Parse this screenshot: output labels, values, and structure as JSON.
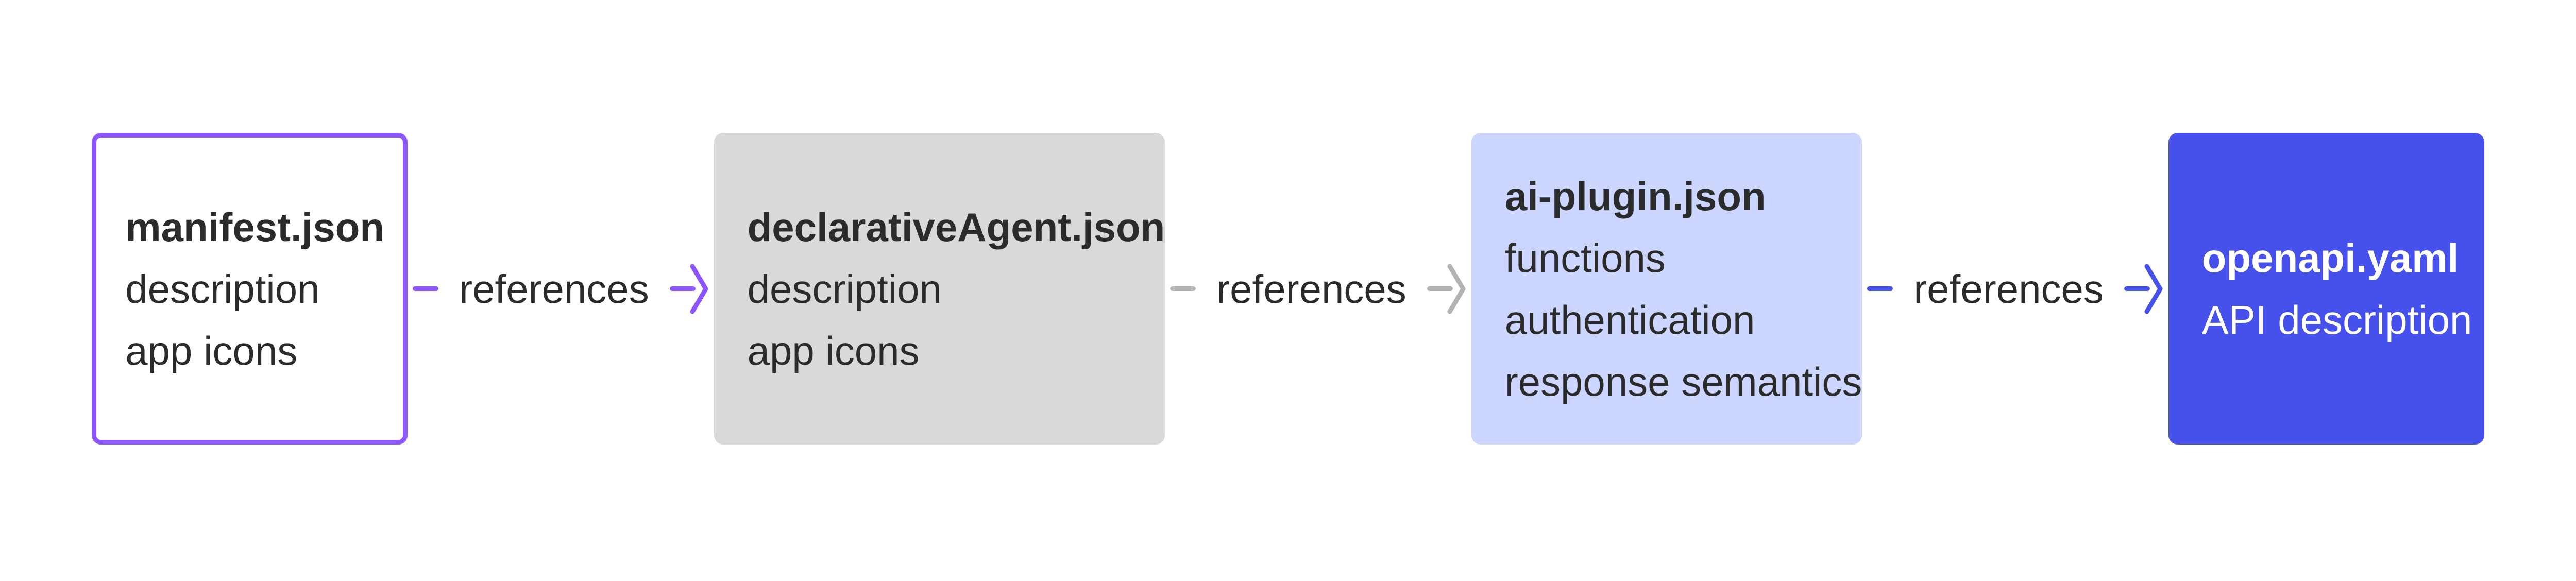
{
  "colors": {
    "manifest_border": "#8B55FF",
    "agent_fill": "#D9D9D9",
    "plugin_fill": "#CDD6FF",
    "openapi_fill": "#4650EB",
    "arrow1": "#8B55FF",
    "arrow2": "#B3B3B3",
    "arrow3": "#4650EB"
  },
  "nodes": [
    {
      "title": "manifest.json",
      "lines": [
        "description",
        "app icons"
      ]
    },
    {
      "title": "declarativeAgent.json",
      "lines": [
        "description",
        "app icons"
      ]
    },
    {
      "title": "ai-plugin.json",
      "lines": [
        "functions",
        "authentication",
        "response semantics"
      ]
    },
    {
      "title": "openapi.yaml",
      "lines": [
        "API description"
      ]
    }
  ],
  "edges": [
    {
      "label": "references"
    },
    {
      "label": "references"
    },
    {
      "label": "references"
    }
  ]
}
